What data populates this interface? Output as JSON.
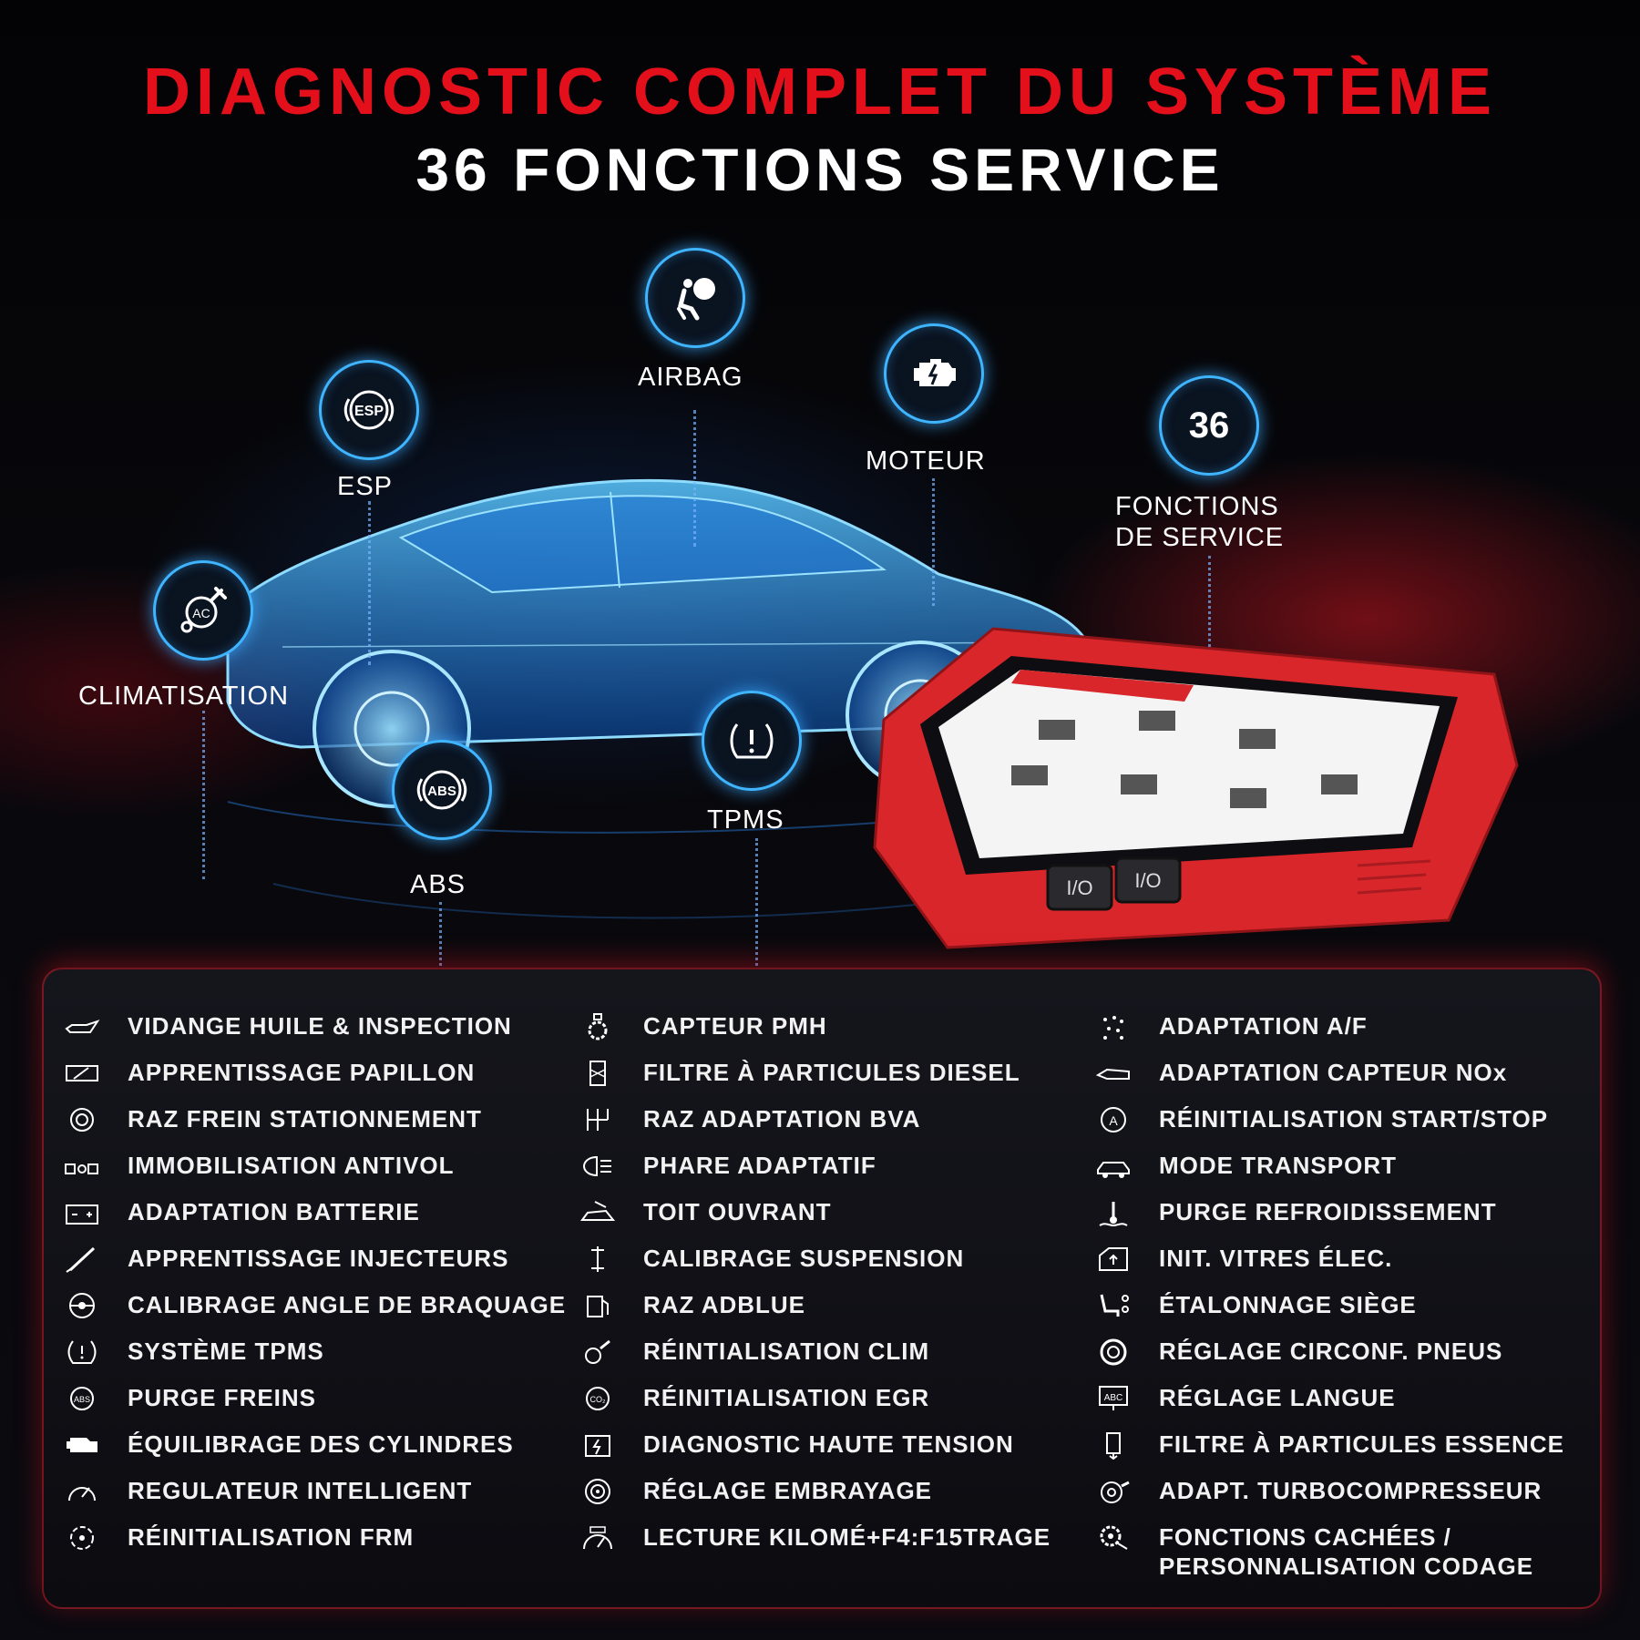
{
  "header": {
    "title": "DIAGNOSTIC COMPLET DU SYSTÈME",
    "subtitle": "36 FONCTIONS SERVICE"
  },
  "badges": {
    "climatisation": {
      "label": "CLIMATISATION",
      "icon": "ac-icon",
      "icon_text": "AC"
    },
    "esp": {
      "label": "ESP",
      "icon": "esp-icon",
      "icon_text": "ESP"
    },
    "airbag": {
      "label": "AIRBAG",
      "icon": "airbag-icon"
    },
    "moteur": {
      "label": "MOTEUR",
      "icon": "engine-icon"
    },
    "fonctions": {
      "label_line1": "FONCTIONS",
      "label_line2": "DE SERVICE",
      "number": "36"
    },
    "abs": {
      "label": "ABS",
      "icon": "abs-icon",
      "icon_text": "ABS"
    },
    "tpms": {
      "label": "TPMS",
      "icon": "tpms-icon"
    }
  },
  "device": {
    "button_left": "I/O",
    "button_right": "I/O"
  },
  "colors": {
    "accent_red": "#e3101c",
    "glow_blue": "#3fb4ff",
    "device_red": "#d9262b"
  },
  "functions": {
    "col1": [
      {
        "label": "VIDANGE HUILE & INSPECTION",
        "icon": "oil-can-icon"
      },
      {
        "label": "APPRENTISSAGE PAPILLON",
        "icon": "throttle-icon"
      },
      {
        "label": "RAZ FREIN STATIONNEMENT",
        "icon": "parking-brake-icon"
      },
      {
        "label": "IMMOBILISATION ANTIVOL",
        "icon": "immobilizer-icon"
      },
      {
        "label": "ADAPTATION BATTERIE",
        "icon": "battery-icon"
      },
      {
        "label": "APPRENTISSAGE INJECTEURS",
        "icon": "injector-icon"
      },
      {
        "label": "CALIBRAGE ANGLE DE BRAQUAGE",
        "icon": "steering-wheel-icon"
      },
      {
        "label": "SYSTÈME TPMS",
        "icon": "tpms-small-icon"
      },
      {
        "label": "PURGE FREINS",
        "icon": "abs-small-icon"
      },
      {
        "label": "ÉQUILIBRAGE DES CYLINDRES",
        "icon": "engine-small-icon"
      },
      {
        "label": "REGULATEUR INTELLIGENT",
        "icon": "cruise-control-icon"
      },
      {
        "label": "RÉINITIALISATION FRM",
        "icon": "frm-reset-icon"
      }
    ],
    "col2": [
      {
        "label": "CAPTEUR PMH",
        "icon": "gear-sensor-icon"
      },
      {
        "label": "FILTRE À PARTICULES DIESEL",
        "icon": "dpf-icon"
      },
      {
        "label": "RAZ ADAPTATION BVA",
        "icon": "gearbox-icon"
      },
      {
        "label": "PHARE ADAPTATIF",
        "icon": "headlight-icon"
      },
      {
        "label": "TOIT OUVRANT",
        "icon": "sunroof-icon"
      },
      {
        "label": "CALIBRAGE SUSPENSION",
        "icon": "suspension-icon"
      },
      {
        "label": "RAZ ADBLUE",
        "icon": "adblue-icon"
      },
      {
        "label": "RÉINTIALISATION CLIM",
        "icon": "ac-wrench-icon"
      },
      {
        "label": "RÉINITIALISATION EGR",
        "icon": "egr-icon"
      },
      {
        "label": "DIAGNOSTIC HAUTE TENSION",
        "icon": "high-voltage-icon"
      },
      {
        "label": "RÉGLAGE EMBRAYAGE",
        "icon": "clutch-icon"
      },
      {
        "label": "LECTURE KILOMÉ+F4:F15TRAGE",
        "icon": "odometer-icon"
      }
    ],
    "col3": [
      {
        "label": "ADAPTATION A/F",
        "icon": "air-fuel-icon"
      },
      {
        "label": "ADAPTATION CAPTEUR NOx",
        "icon": "nox-sensor-icon"
      },
      {
        "label": "RÉINITIALISATION START/STOP",
        "icon": "start-stop-icon"
      },
      {
        "label": "MODE TRANSPORT",
        "icon": "transport-icon"
      },
      {
        "label": "PURGE REFROIDISSEMENT",
        "icon": "coolant-icon"
      },
      {
        "label": "INIT. VITRES ÉLEC.",
        "icon": "window-icon"
      },
      {
        "label": "ÉTALONNAGE SIÈGE",
        "icon": "seat-icon"
      },
      {
        "label": "RÉGLAGE CIRCONF. PNEUS",
        "icon": "tire-icon"
      },
      {
        "label": "RÉGLAGE LANGUE",
        "icon": "language-icon"
      },
      {
        "label": "FILTRE À PARTICULES ESSENCE",
        "icon": "gpf-icon"
      },
      {
        "label": "ADAPT. TURBOCOMPRESSEUR",
        "icon": "turbo-icon"
      },
      {
        "label": "FONCTIONS CACHÉES /",
        "label2": "PERSONNALISATION CODAGE",
        "icon": "hidden-functions-icon"
      }
    ]
  }
}
